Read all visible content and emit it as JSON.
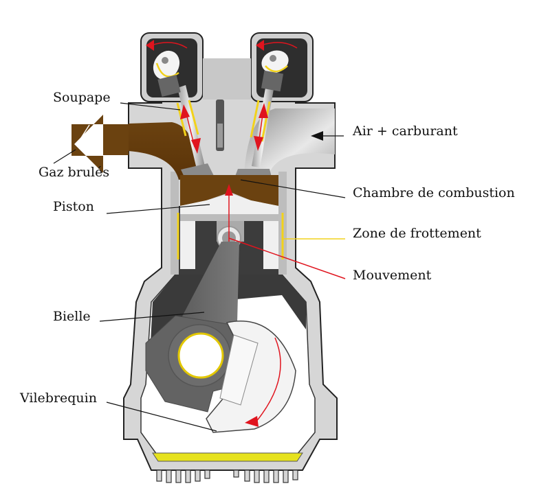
{
  "diagram": {
    "title": "Moteur à quatre temps — coupe d'un cylindre",
    "labels": {
      "soupape": "Soupape",
      "gaz_brules": "Gaz brulés",
      "piston": "Piston",
      "bielle": "Bielle",
      "vilebrequin": "Vilebrequin",
      "air_carburant": "Air + carburant",
      "chambre": "Chambre de combustion",
      "zone_frottement": "Zone de frottement",
      "mouvement": "Mouvement"
    },
    "colors": {
      "exhaust_gas": "#6b4210",
      "friction_zone": "#f2d21b",
      "movement": "#e0141e",
      "oil": "#e6e21e",
      "casing": "#d9d9d9",
      "dark_part": "#3a3a3a",
      "leader_line": "#111111"
    },
    "icons": {
      "exhaust_arrow": "arrow-left-icon",
      "intake_arrow": "arrow-left-small-icon",
      "movement_arrow": "double-arrow-vertical-icon",
      "rotation_arrow": "rotation-arrow-icon"
    }
  }
}
